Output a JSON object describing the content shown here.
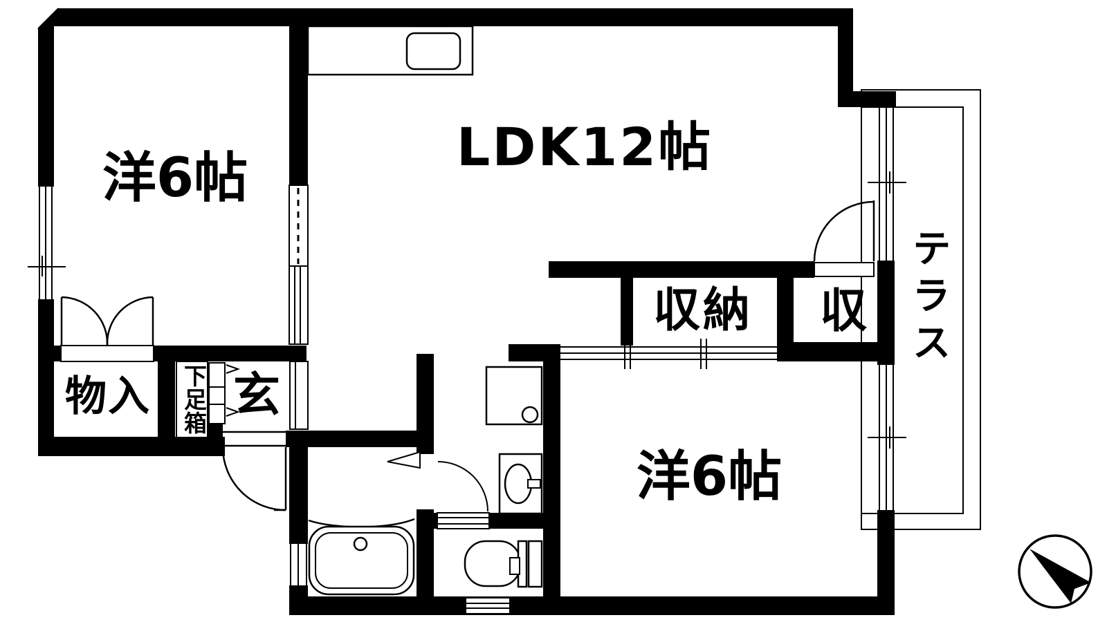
{
  "title": "2LDK floor plan",
  "colors": {
    "wall": "#000000",
    "background": "#ffffff",
    "line": "#000000"
  },
  "rooms": {
    "bedroom1": {
      "label": "洋6帖"
    },
    "ldk": {
      "label": "LDK12帖"
    },
    "closet": {
      "label": "収納"
    },
    "closet_small": {
      "label": "収"
    },
    "terrace": {
      "label": "テラス"
    },
    "storage": {
      "label": "物入"
    },
    "shoe_box": {
      "label": "下足箱"
    },
    "entrance": {
      "label": "玄"
    },
    "bedroom2": {
      "label": "洋6帖"
    }
  },
  "icons": {
    "compass": "north-arrow-compass",
    "kitchen_sink": "kitchen-counter-sink",
    "bathtub": "bathtub",
    "washing_machine": "washing-machine-pan",
    "washbasin": "washbasin",
    "toilet": "toilet"
  }
}
